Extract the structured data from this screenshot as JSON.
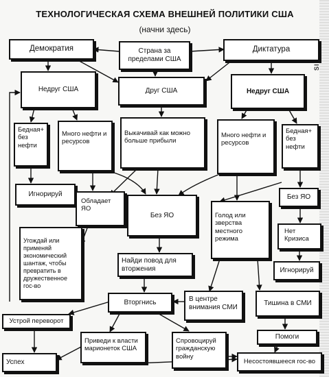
{
  "title": "ТЕХНОЛОГИЧЕСКАЯ СХЕМА ВНЕШНЕЙ ПОЛИТИКИ США",
  "subtitle": "(начни здесь)",
  "brand": "SINGER",
  "nodes": {
    "democracy": "Демократия",
    "foreign_country": "Страна за пределами США",
    "dictatorship": "Диктатура",
    "enemy_left": "Недруг США",
    "friend": "Друг США",
    "enemy_right": "Недруг США",
    "poor_left": "Бедная+ без нефти",
    "rich_left": "Много нефти и ресурсов",
    "squeeze_profit": "Выкачивай как можно больше прибыли",
    "rich_right": "Много нефти и ресурсов",
    "poor_right": "Бедная+ без нефти",
    "ignore_left": "Игнорируй",
    "has_wmd": "Обладает ЯО",
    "no_wmd_mid": "Без ЯО",
    "hunger": "Голод или зверства местного режима",
    "no_wmd_right": "Без ЯО",
    "no_crisis": "Нет Кризиса",
    "threaten": "Угождай или применяй экономический шантаж, чтобы превратить в дружественное гос-во",
    "find_reason": "Найди повод для вторжения",
    "ignore_right": "Игнорируй",
    "invade": "Вторгнись",
    "media_focus": "В центре внимания СМИ",
    "media_silence": "Тишина в СМИ",
    "coup": "Устрой переворот",
    "install_puppets": "Приведи к власти марионеток США",
    "provoke_civil_war": "Спровоцируй гражданскую войну",
    "help": "Помоги",
    "success": "Успех",
    "failed_state": "Несостоявшееся гос-во"
  }
}
